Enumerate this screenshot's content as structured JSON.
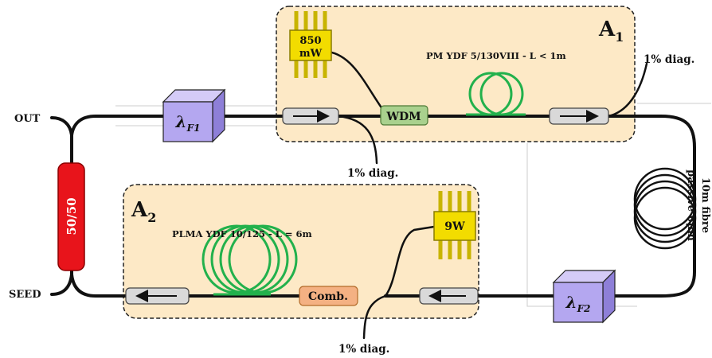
{
  "amplifiers": {
    "a1": {
      "letter": "A",
      "sub": "1"
    },
    "a2": {
      "letter": "A",
      "sub": "2"
    }
  },
  "pumps": {
    "pump1": {
      "line1": "850",
      "line2": "mW"
    },
    "pump2": {
      "label": "9W"
    }
  },
  "fibres": {
    "ydf1": "PM YDF 5/130VIII - L < 1m",
    "ydf2": "PLMA YDF 10/125 - L = 6m",
    "passive_line1": "10m fibre",
    "passive_line2": "passive 6μm"
  },
  "components": {
    "wdm": "WDM",
    "comb": "Comb.",
    "coupler": "50/50"
  },
  "filters": {
    "f1": {
      "symbol": "λ",
      "sub": "F1"
    },
    "f2": {
      "symbol": "λ",
      "sub": "F2"
    }
  },
  "ports": {
    "out": "OUT",
    "seed": "SEED"
  },
  "diag_taps": {
    "top_right": "1% diag.",
    "mid": "1% diag.",
    "bottom": "1% diag."
  },
  "colors": {
    "amp_fill": "#fde9c6",
    "fibre_green": "#22b14c",
    "pump_yellow": "#f2dc00",
    "wdm_green": "#a9d18e",
    "comb_orange": "#f4b183",
    "coupler_red": "#e8141b",
    "filter_purple": "#b4a7f0",
    "isolator_grey": "#d9d9d9"
  }
}
